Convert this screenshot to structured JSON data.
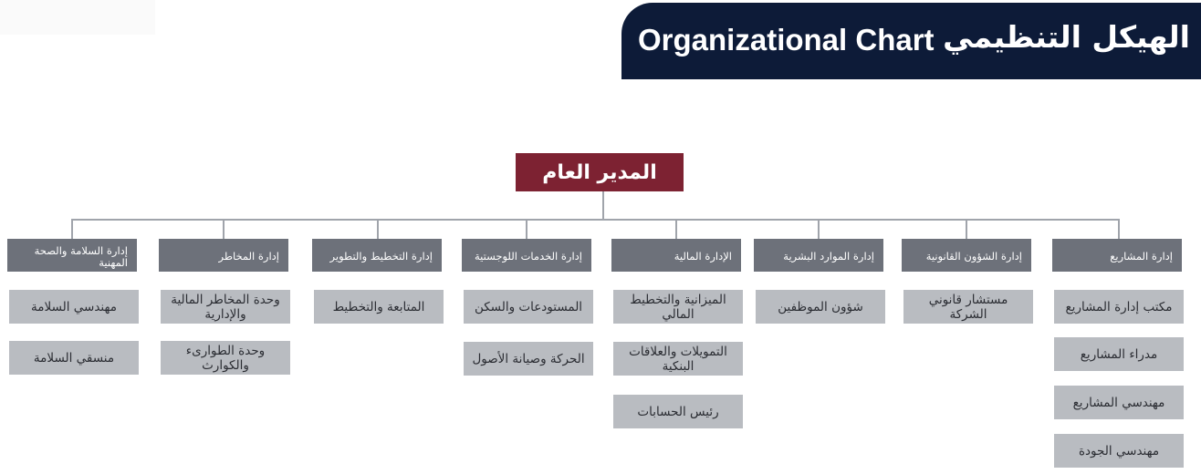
{
  "header": {
    "title_ar": "الهيكل التنظيمي",
    "title_en": "Organizational Chart"
  },
  "general_manager": "المدير العام",
  "departments": [
    {
      "name": "إدارة المشاريع",
      "units": [
        "مكتب إدارة المشاريع",
        "مدراء المشاريع",
        "مهندسي المشاريع",
        "مهندسي الجودة"
      ]
    },
    {
      "name": "إدارة الشؤون القانونية",
      "units": [
        "مستشار قانوني الشركة"
      ]
    },
    {
      "name": "إدارة الموارد البشرية",
      "units": [
        "شؤون الموظفين"
      ]
    },
    {
      "name": "الإدارة المالية",
      "units": [
        "الميزانية والتخطيط المالي",
        "التمويلات والعلاقات البنكية",
        "رئيس الحسابات"
      ]
    },
    {
      "name": "إدارة الخدمات اللوجستية",
      "units": [
        "المستودعات والسكن",
        "الحركة وصيانة الأصول"
      ]
    },
    {
      "name": "إدارة التخطيط والتطوير",
      "units": [
        "المتابعة والتخطيط"
      ]
    },
    {
      "name": "إدارة المخاطر",
      "units": [
        "وحدة المخاطر المالية والإدارية",
        "وحدة الطوارىء والكوارث"
      ]
    },
    {
      "name": "إدارة السلامة والصحة المهنية",
      "units": [
        "مهندسي السلامة",
        "منسقي السلامة"
      ]
    }
  ]
}
